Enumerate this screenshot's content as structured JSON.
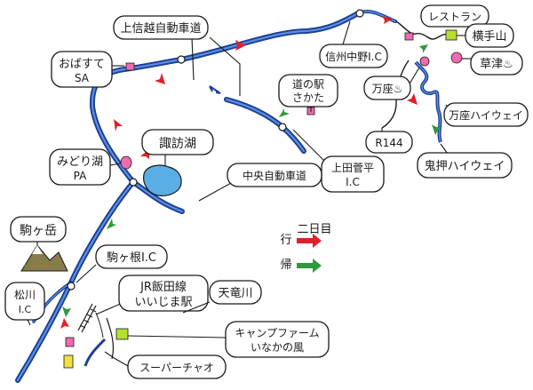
{
  "labels": {
    "joshinetsu_expressway": "上信越自動車道",
    "obasute_sa_line1": "おばすて",
    "obasute_sa_line2": "SA",
    "shinshu_nakano_ic": "信州中野I.C",
    "restaurant": "レストラン",
    "yokoteyama": "横手山",
    "kusatsu_onsen": "草津♨",
    "manza_onsen": "万座♨",
    "michinoeki_line1": "道の駅",
    "michinoeki_line2": "さかた",
    "manza_highway": "万座ハイウェイ",
    "r144": "R144",
    "onioshi_highway": "鬼押ハイウェイ",
    "suwako": "諏訪湖",
    "midoriko_pa_line1": "みどり湖",
    "midoriko_pa_line2": "PA",
    "chuo_expressway": "中央自動車道",
    "uedasugadaira_line1": "上田菅平",
    "uedasugadaira_line2": "I.C",
    "komagatake": "駒ヶ岳",
    "komagane_ic": "駒ヶ根I.C",
    "matsukawa_line1": "松川",
    "matsukawa_line2": "I.C",
    "jr_iida_line1": "JR飯田線",
    "jr_iida_line2": "いいじま駅",
    "tenryugawa": "天竜川",
    "camp_line1": "キャンプファーム",
    "camp_line2": "いなかの風",
    "supermarket": "スーパーチャオ"
  },
  "legend": {
    "title": "二日目",
    "outbound_label": "行",
    "return_label": "帰"
  },
  "colors": {
    "road_outline": "#1b3f93",
    "road_core": "#5c8ee0",
    "outbound_arrow": "#e0202a",
    "return_arrow": "#2e9a3c",
    "lake": "#5aaee6",
    "marker_pink": "#f06ab0",
    "marker_yellow": "#f2e03c",
    "marker_green": "#b6e02c",
    "mountain": "#6a8a3a"
  }
}
